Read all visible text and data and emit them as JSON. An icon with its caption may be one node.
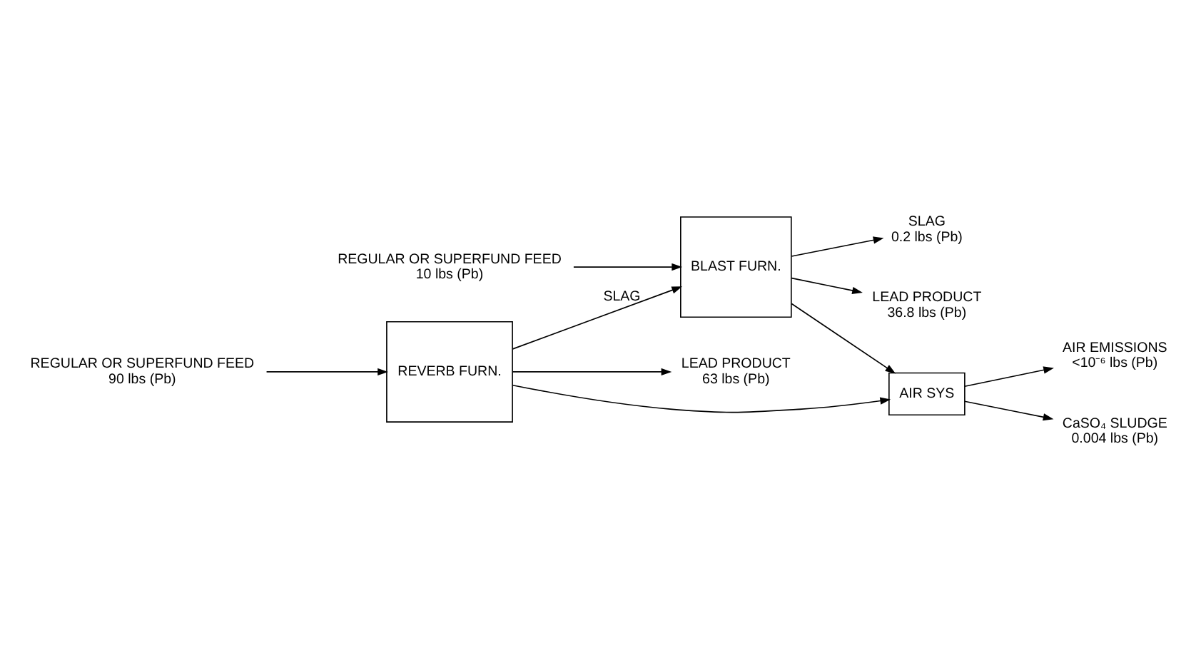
{
  "diagram": {
    "nodes": [
      {
        "text": [
          "REGULAR OR SUPERFUND FEED",
          "90 lbs (Pb)"
        ]
      },
      {
        "text": [
          "REVERB FURN."
        ]
      },
      {
        "text": [
          "REGULAR OR SUPERFUND FEED",
          "10 lbs (Pb)"
        ]
      },
      {
        "text": [
          "BLAST FURN."
        ]
      },
      {
        "text": [
          "AIR SYS"
        ]
      },
      {
        "text": [
          "AIR EMISSIONS",
          "<10⁻⁶ lbs (Pb)"
        ]
      },
      {
        "text": [
          "CaSO₄ SLUDGE",
          "0.004 lbs (Pb)"
        ]
      },
      {
        "text": [
          "SLAG",
          "0.2 lbs (Pb)"
        ]
      },
      {
        "text": [
          "LEAD PRODUCT",
          "36.8 lbs (Pb)"
        ]
      },
      {
        "text": [
          "LEAD PRODUCT",
          "63 lbs (Pb)"
        ]
      }
    ],
    "edges": [
      {
        "from": 0,
        "to": 1,
        "arrow": "to"
      },
      {
        "from": 1,
        "to": 3,
        "arrow": "to",
        "label": "SLAG"
      },
      {
        "from": 2,
        "to": 3,
        "arrow": "to"
      },
      {
        "from": 1,
        "to": 4,
        "arrow": "to"
      },
      {
        "from": 3,
        "to": 4,
        "arrow": "to"
      },
      {
        "from": 4,
        "to": 5,
        "arrow": "to"
      },
      {
        "from": 4,
        "to": 6,
        "arrow": "to"
      },
      {
        "from": 3,
        "to": 7,
        "arrow": "to"
      },
      {
        "from": 3,
        "to": 8,
        "arrow": "to"
      },
      {
        "from": 1,
        "to": 9,
        "arrow": "to"
      }
    ]
  }
}
